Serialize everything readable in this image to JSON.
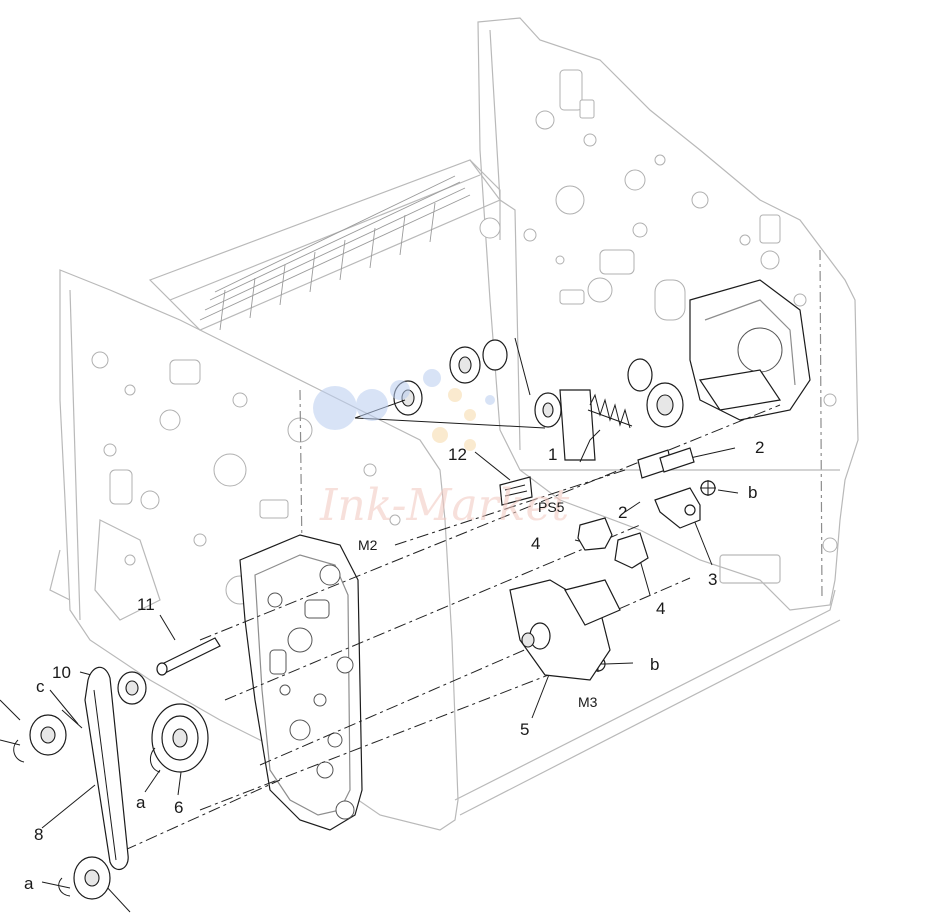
{
  "callouts": {
    "n1": "1",
    "n2a": "2",
    "n2b": "2",
    "n3": "3",
    "n4a": "4",
    "n4b": "4",
    "n5": "5",
    "n6": "6",
    "n8": "8",
    "n10": "10",
    "n11": "11",
    "n12": "12",
    "a1": "a",
    "a2": "a",
    "b1": "b",
    "b2": "b",
    "c1": "c",
    "ps5": "PS5",
    "m2": "M2",
    "m3": "M3"
  },
  "watermark": {
    "text": "Ink-Market",
    "colors": {
      "blue": "#b9cdf0",
      "orange": "#f7d9a8",
      "red": "#f2c7bf"
    }
  },
  "colors": {
    "frame": "#b9b9b9",
    "ink": "#1c1c1c"
  }
}
